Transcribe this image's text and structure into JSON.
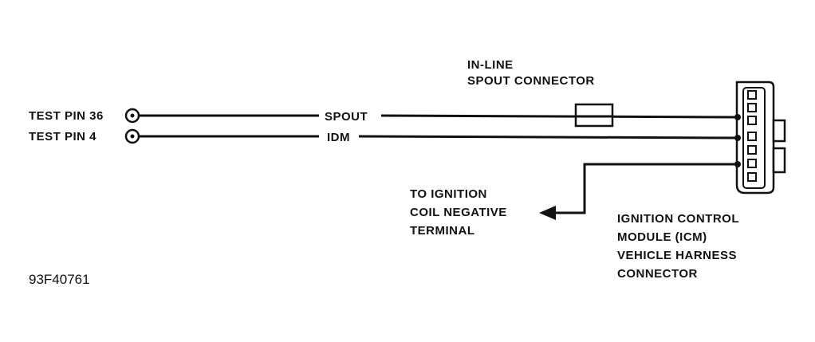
{
  "test_pins": [
    {
      "label": "TEST PIN 36",
      "wire_label": "SPOUT"
    },
    {
      "label": "TEST PIN 4",
      "wire_label": "IDM"
    }
  ],
  "inline_connector": {
    "label_line1": "IN-LINE",
    "label_line2": "SPOUT CONNECTOR"
  },
  "ignition_coil": {
    "line1": "TO IGNITION",
    "line2": "COIL NEGATIVE",
    "line3": "TERMINAL"
  },
  "icm_connector": {
    "line1": "IGNITION CONTROL",
    "line2": "MODULE (ICM)",
    "line3": "VEHICLE HARNESS",
    "line4": "CONNECTOR"
  },
  "figure_id": "93F40761"
}
